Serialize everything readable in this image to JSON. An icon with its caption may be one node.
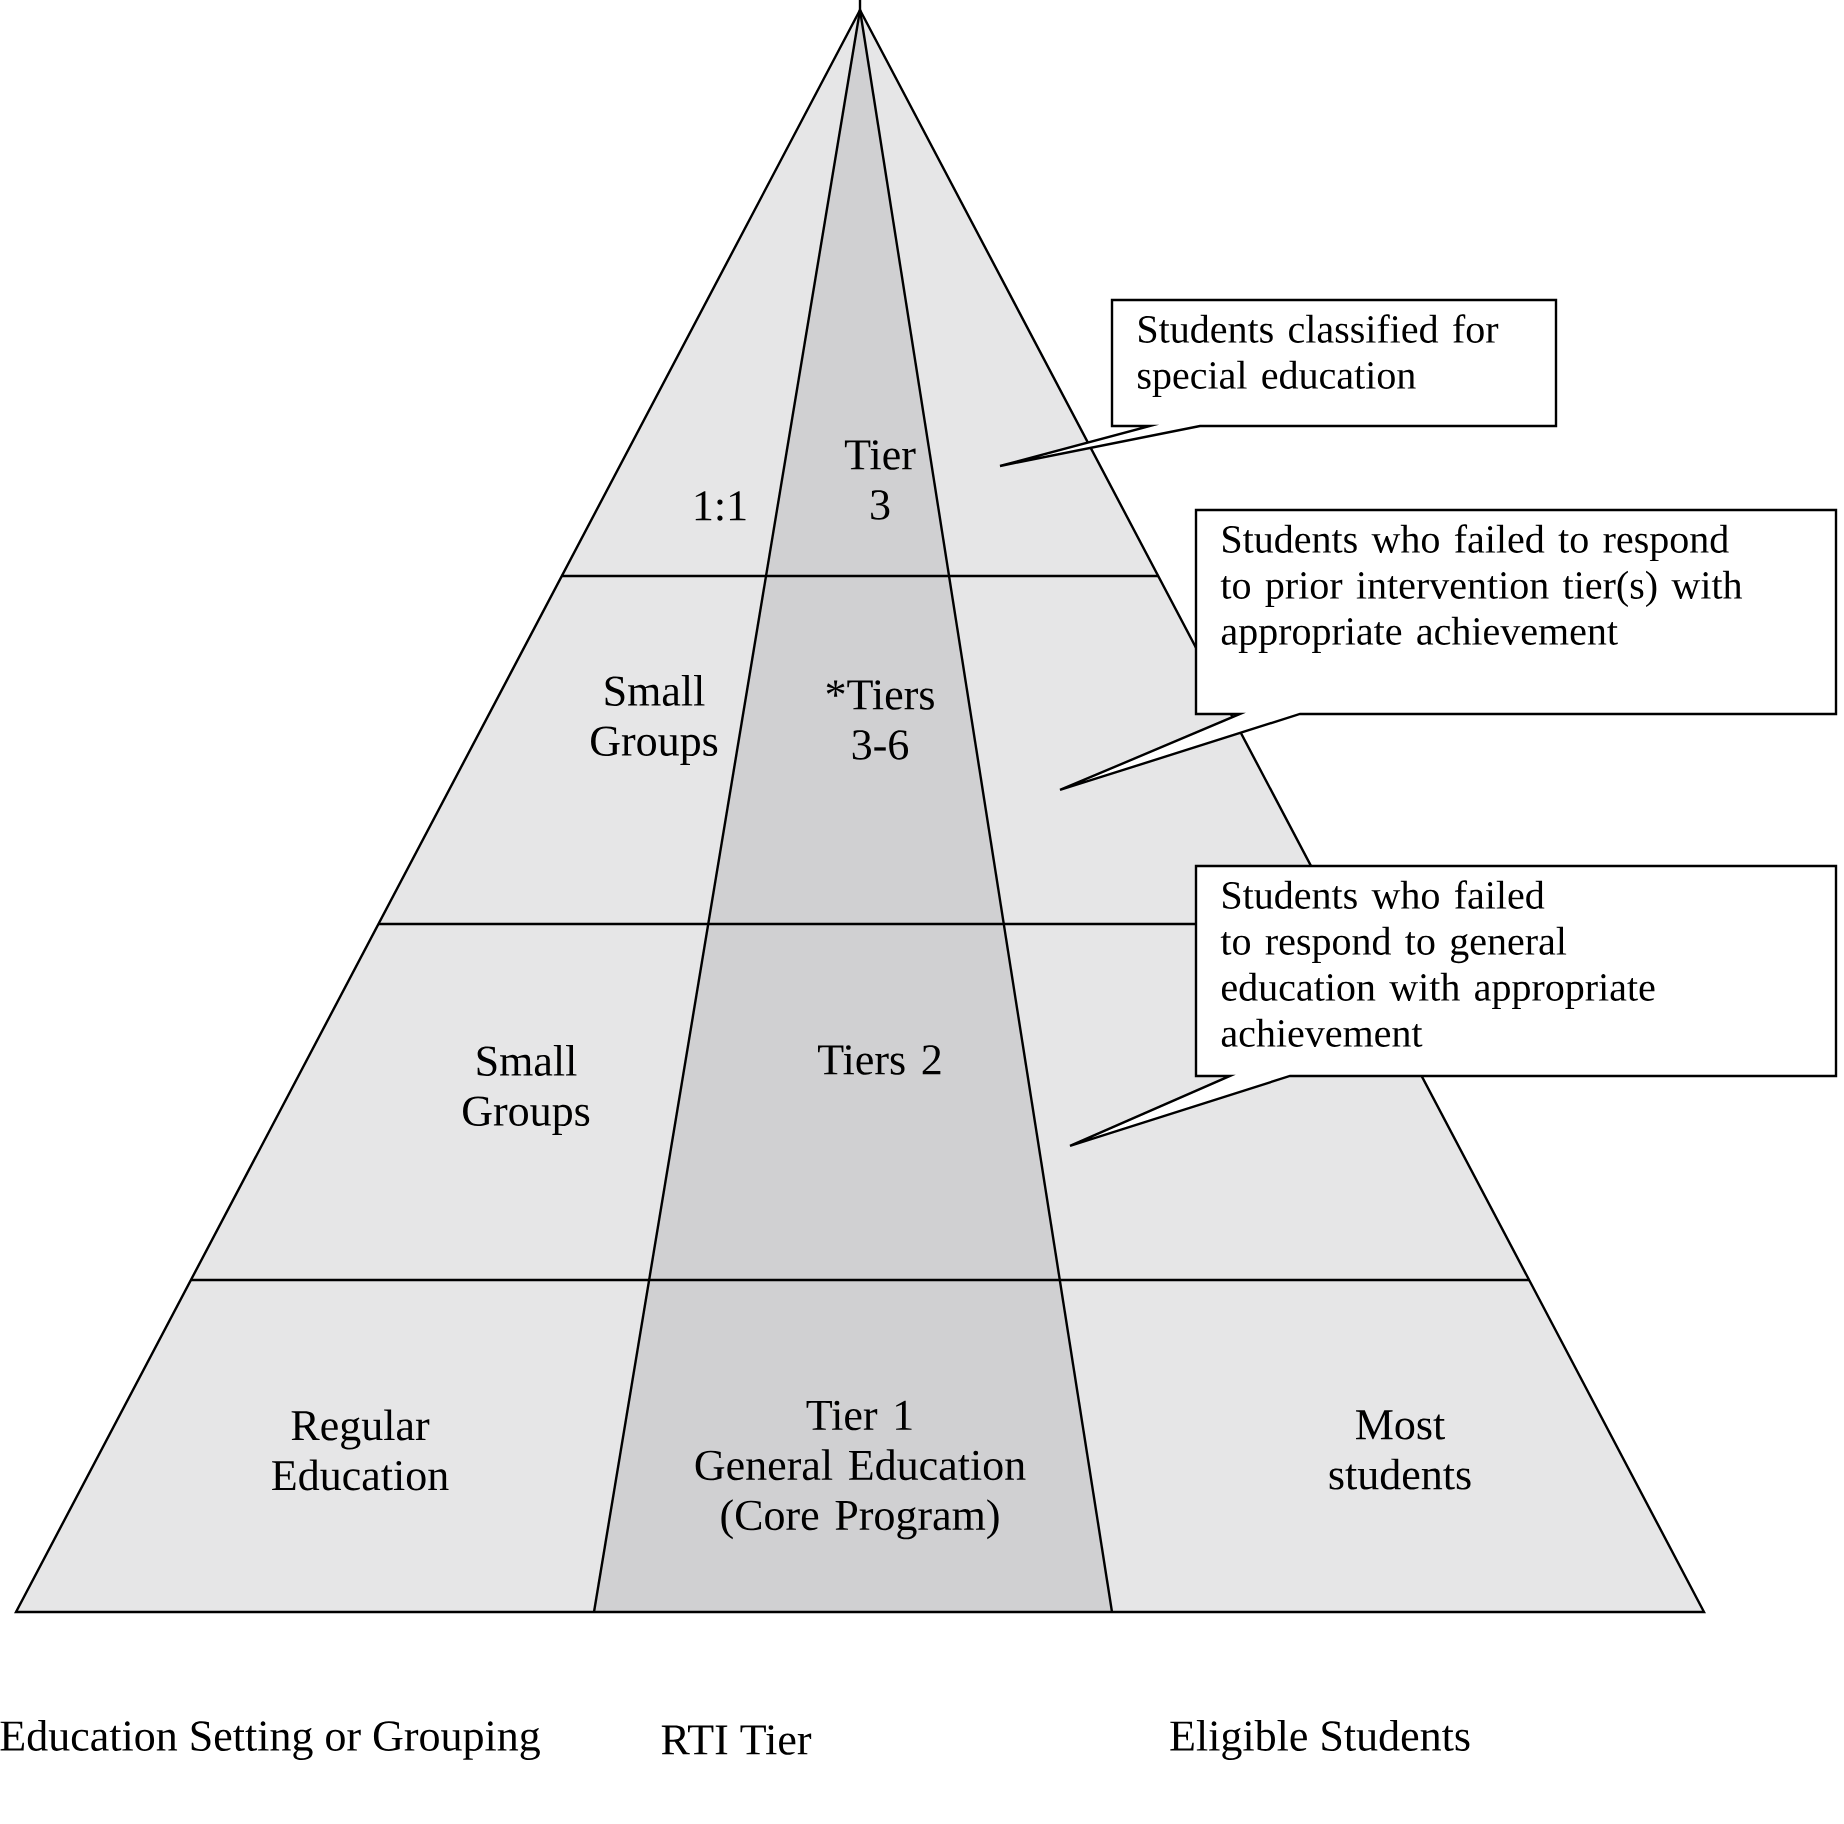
{
  "diagram": {
    "nodes": [
      {
        "text": [
          "1:1"
        ]
      },
      {
        "text": [
          "Tier 3"
        ]
      },
      {
        "text": [
          "Students classified for special education"
        ]
      },
      {
        "text": [
          "Small Groups"
        ]
      },
      {
        "text": [
          "*Tiers 3-6"
        ]
      },
      {
        "text": [
          "Students who failed to respond to prior intervention tier(s) with appropriate achievement"
        ]
      },
      {
        "text": [
          "Small Groups"
        ]
      },
      {
        "text": [
          "Tiers 2"
        ]
      },
      {
        "text": [
          "Students who failed to respond to general education with appropriate achievement"
        ]
      },
      {
        "text": [
          "Regular Education"
        ]
      },
      {
        "text": [
          "Tier 1",
          "General Education (Core Program)"
        ]
      },
      {
        "text": [
          "Most students"
        ]
      }
    ],
    "labels": [
      "Education Setting or Grouping",
      "RTI Tier",
      "Eligible Students"
    ]
  }
}
